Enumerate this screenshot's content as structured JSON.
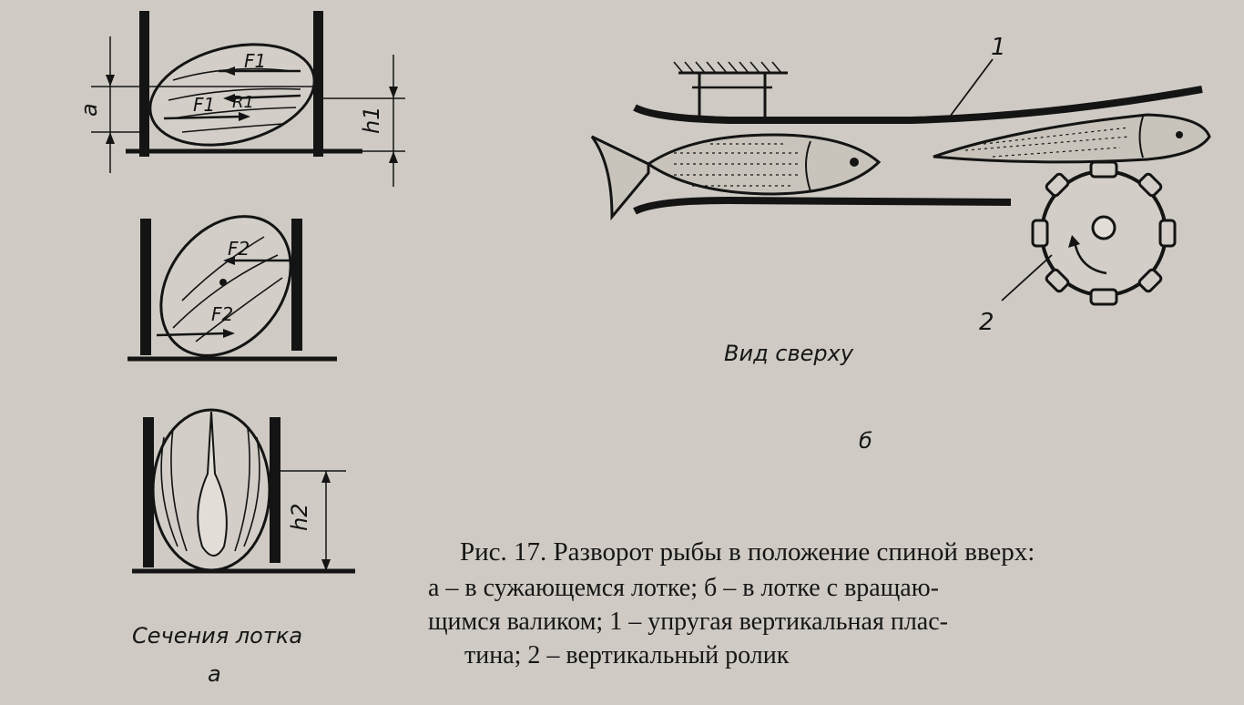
{
  "figure": {
    "section_a": {
      "caption": "Сечения лотка",
      "letter": "а",
      "dim_labels": {
        "a": "a",
        "h1": "h1",
        "h2": "h2"
      },
      "force_labels": {
        "F1": "F1",
        "F2": "F2",
        "R1": "R1"
      }
    },
    "section_b": {
      "view_label": "Вид сверху",
      "letter": "б",
      "part_labels": {
        "p1": "1",
        "p2": "2"
      }
    }
  },
  "caption": {
    "title": "Рис. 17. Разворот рыбы в положение спиной вверх:",
    "line1": "а – в сужающемся лотке; б – в лотке с вращаю-",
    "line2": "щимся валиком; 1 – упругая вертикальная плас-",
    "line3": "тина; 2 – вертикальный ролик"
  },
  "colors": {
    "paper": "#cfcbc4",
    "ink": "#141414"
  }
}
